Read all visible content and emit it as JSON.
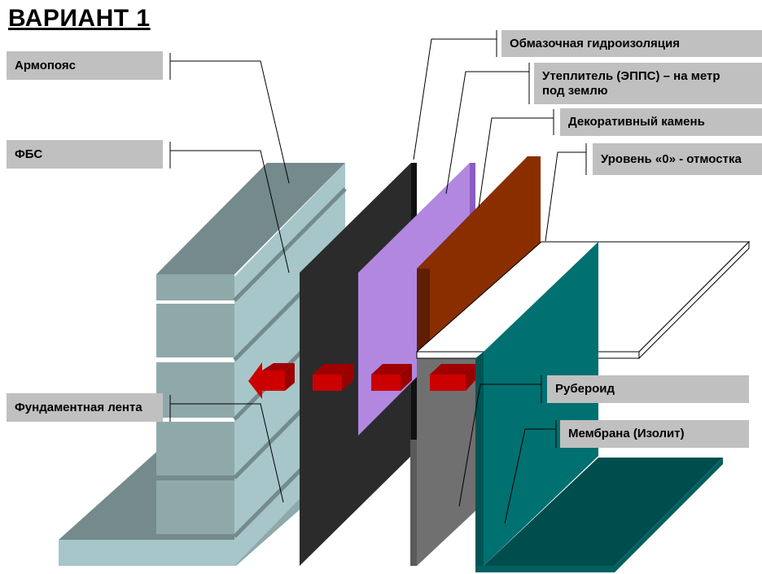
{
  "title": "ВАРИАНТ 1",
  "labels": {
    "armopoyas": "Армопояс",
    "fbs": "ФБС",
    "lenta": "Фундаментная лента",
    "obmaz": "Обмазочная гидроизоляция",
    "utepl_1": "Утеплитель (ЭППС) – на метр",
    "utepl_2": "под землю",
    "kamen": "Декоративный камень",
    "uroven": "Уровень «0» - отмостка",
    "ruberoid": "Рубероид",
    "membrana": "Мембрана (Изолит)"
  },
  "colors": {
    "concrete_front": "#a7c6c9",
    "concrete_side": "#8fa9ab",
    "concrete_top": "#748a8d",
    "coating": "#2b2b2b",
    "insulation": "#b287e0",
    "stone": "#8a2e00",
    "ruberoid": "#707070",
    "membrane": "#007070",
    "arrow": "#cc0000",
    "label_bg": "#c0c0c0"
  }
}
